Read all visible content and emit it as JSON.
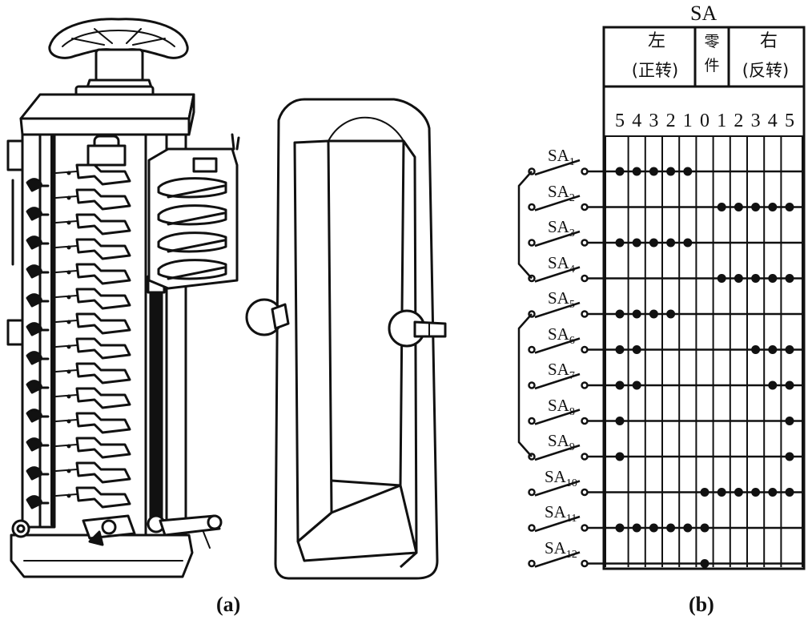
{
  "panel_a": {
    "caption": "(a)"
  },
  "panel_b": {
    "caption": "(b)",
    "title": "SA",
    "header": {
      "left_top": "左",
      "left_bottom": "(正转)",
      "zero_top": "零",
      "zero_bottom": "件",
      "right_top": "右",
      "right_bottom": "(反转)"
    },
    "positions": [
      "5",
      "4",
      "3",
      "2",
      "1",
      "0",
      "1",
      "2",
      "3",
      "4",
      "5"
    ],
    "contacts": [
      {
        "name": "SA",
        "sub": "1",
        "closed": [
          0,
          1,
          2,
          3,
          4
        ]
      },
      {
        "name": "SA",
        "sub": "2",
        "closed": [
          6,
          7,
          8,
          9,
          10
        ]
      },
      {
        "name": "SA",
        "sub": "3",
        "closed": [
          0,
          1,
          2,
          3,
          4
        ]
      },
      {
        "name": "SA",
        "sub": "4",
        "closed": [
          6,
          7,
          8,
          9,
          10
        ]
      },
      {
        "name": "SA",
        "sub": "5",
        "closed": [
          0,
          1,
          2,
          3
        ]
      },
      {
        "name": "SA",
        "sub": "6",
        "closed": [
          0,
          1,
          8,
          9,
          10
        ]
      },
      {
        "name": "SA",
        "sub": "7",
        "closed": [
          0,
          1,
          9,
          10
        ]
      },
      {
        "name": "SA",
        "sub": "8",
        "closed": [
          0,
          10
        ]
      },
      {
        "name": "SA",
        "sub": "9",
        "closed": [
          0,
          10
        ]
      },
      {
        "name": "SA",
        "sub": "10",
        "closed": [
          5,
          6,
          7,
          8,
          9,
          10
        ]
      },
      {
        "name": "SA",
        "sub": "11",
        "closed": [
          0,
          1,
          2,
          3,
          4,
          5
        ]
      },
      {
        "name": "SA",
        "sub": "12",
        "closed": [
          5
        ]
      }
    ]
  }
}
